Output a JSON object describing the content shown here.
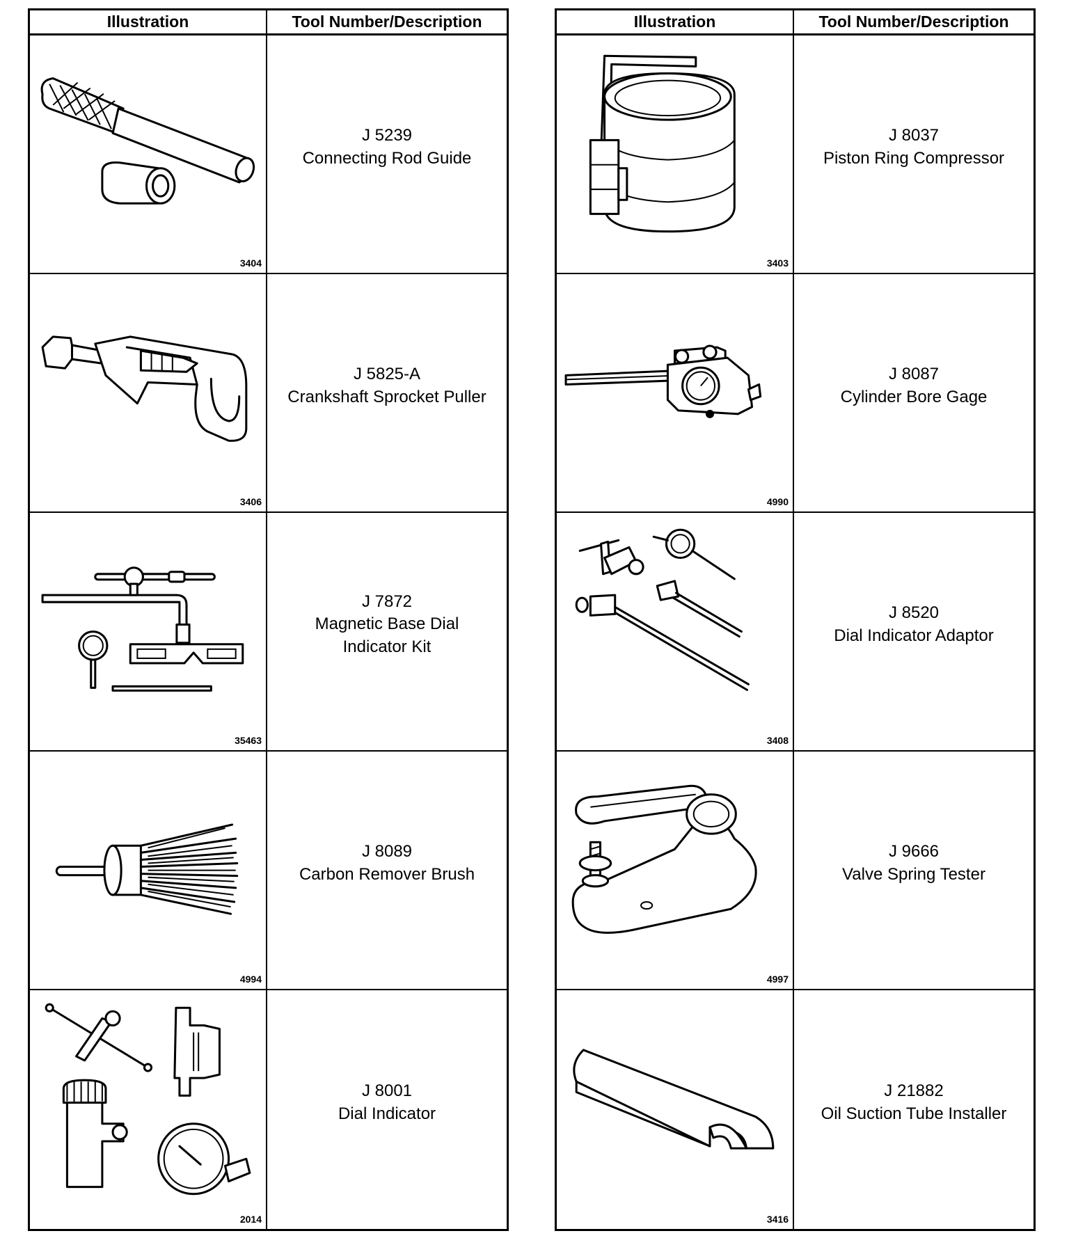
{
  "tables": [
    {
      "header": {
        "illustration": "Illustration",
        "description": "Tool Number/Description"
      },
      "rows": [
        {
          "fig": "3404",
          "number": "J 5239",
          "name": "Connecting Rod Guide",
          "icon": "connecting-rod-guide-illustration"
        },
        {
          "fig": "3406",
          "number": "J 5825-A",
          "name": "Crankshaft Sprocket Puller",
          "icon": "sprocket-puller-illustration"
        },
        {
          "fig": "35463",
          "number": "J 7872",
          "name": "Magnetic Base Dial Indicator Kit",
          "icon": "dial-indicator-kit-illustration"
        },
        {
          "fig": "4994",
          "number": "J 8089",
          "name": "Carbon Remover Brush",
          "icon": "carbon-brush-illustration"
        },
        {
          "fig": "2014",
          "number": "J 8001",
          "name": "Dial Indicator",
          "icon": "dial-indicator-illustration"
        }
      ]
    },
    {
      "header": {
        "illustration": "Illustration",
        "description": "Tool Number/Description"
      },
      "rows": [
        {
          "fig": "3403",
          "number": "J 8037",
          "name": "Piston Ring Compressor",
          "icon": "ring-compressor-illustration"
        },
        {
          "fig": "4990",
          "number": "J 8087",
          "name": "Cylinder Bore Gage",
          "icon": "bore-gage-illustration"
        },
        {
          "fig": "3408",
          "number": "J 8520",
          "name": "Dial Indicator Adaptor",
          "icon": "indicator-adaptor-illustration"
        },
        {
          "fig": "4997",
          "number": "J 9666",
          "name": "Valve Spring Tester",
          "icon": "spring-tester-illustration"
        },
        {
          "fig": "3416",
          "number": "J 21882",
          "name": "Oil Suction Tube Installer",
          "icon": "tube-installer-illustration"
        }
      ]
    }
  ]
}
